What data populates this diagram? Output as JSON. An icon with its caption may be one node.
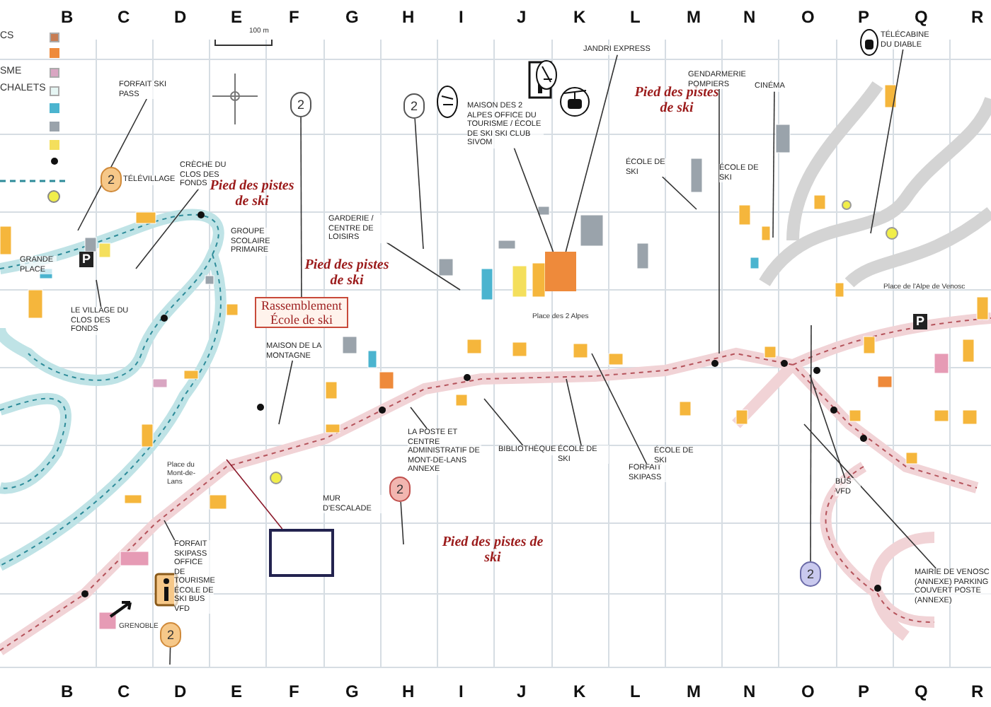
{
  "diagram": {
    "nodes": [
      {
        "text": [
          "FORFAIT SKI PASS"
        ]
      },
      {
        "text": [
          "TÉLÉVILLAGE"
        ]
      },
      {
        "text": [
          "CRÈCHE DU CLOS DES FONDS"
        ]
      },
      {
        "text": [
          "GROUPE SCOLAIRE PRIMAIRE"
        ]
      },
      {
        "text": [
          "LE VILLAGE DU CLOS DES FONDS"
        ]
      },
      {
        "text": [
          "GRANDE PLACE"
        ]
      },
      {
        "text": [
          "Pied des pistes de ski"
        ]
      },
      {
        "text": [
          "Pied des pistes de ski"
        ]
      },
      {
        "text": [
          "Rassemblement École de ski"
        ]
      },
      {
        "text": [
          "MAISON DE LA MONTAGNE"
        ]
      },
      {
        "text": [
          "GARDERIE / CENTRE DE LOISIRS"
        ]
      },
      {
        "text": [
          "MAISON DES 2 ALPES OFFICE DU TOURISME / ÉCOLE DE SKI SKI CLUB SIVOM"
        ]
      },
      {
        "text": [
          "JANDRI EXPRESS"
        ]
      },
      {
        "text": [
          "Pied des pistes de ski"
        ]
      },
      {
        "text": [
          "ÉCOLE DE SKI"
        ]
      },
      {
        "text": [
          "GENDARMERIE POMPIERS"
        ]
      },
      {
        "text": [
          "CINÉMA"
        ]
      },
      {
        "text": [
          "ÉCOLE DE SKI"
        ]
      },
      {
        "text": [
          "TÉLÉCABINE DU DIABLE"
        ]
      },
      {
        "text": [
          "LA POSTE ET CENTRE ADMINISTRATIF DE MONT-DE-LANS ANNEXE"
        ]
      },
      {
        "text": [
          "MUR D'ESCALADE"
        ]
      },
      {
        "text": [
          "BIBLIOTHÈQUE"
        ]
      },
      {
        "text": [
          "ÉCOLE DE SKI"
        ]
      },
      {
        "text": [
          "FORFAIT SKIPASS"
        ]
      },
      {
        "text": [
          "ÉCOLE DE SKI"
        ]
      },
      {
        "text": [
          "Pied des pistes de ski"
        ]
      },
      {
        "text": [
          "FORFAIT SKIPASS OFFICE DE TOURISME ÉCOLE DE SKI BUS VFD"
        ]
      },
      {
        "text": [],
        "shape": "box"
      },
      {
        "text": [
          "BUS VFD"
        ]
      },
      {
        "text": [
          "MAIRIE DE VENOSC (ANNEXE) PARKING COUVERT POSTE (ANNEXE)"
        ]
      },
      {
        "text": [
          "2"
        ]
      },
      {
        "text": [
          "2"
        ]
      },
      {
        "text": [
          "2"
        ]
      },
      {
        "text": [
          "2"
        ]
      },
      {
        "text": [
          "2"
        ]
      },
      {
        "text": [
          "2"
        ]
      },
      {
        "text": [],
        "shape": "box"
      }
    ],
    "edges": [
      {
        "from": 0,
        "to": null,
        "arrow": "none"
      },
      {
        "from": 2,
        "to": null,
        "arrow": "none"
      },
      {
        "from": 4,
        "to": null,
        "arrow": "none"
      },
      {
        "from": 10,
        "to": null,
        "arrow": "none"
      },
      {
        "from": 11,
        "to": 36,
        "arrow": "none"
      },
      {
        "from": 12,
        "to": 36,
        "arrow": "none"
      },
      {
        "from": 14,
        "to": null,
        "arrow": "none"
      },
      {
        "from": 15,
        "to": null,
        "arrow": "none"
      },
      {
        "from": 16,
        "to": null,
        "arrow": "none"
      },
      {
        "from": 18,
        "to": null,
        "arrow": "none"
      },
      {
        "from": 9,
        "to": null,
        "arrow": "none"
      },
      {
        "from": 19,
        "to": null,
        "arrow": "none"
      },
      {
        "from": 21,
        "to": null,
        "arrow": "none"
      },
      {
        "from": 22,
        "to": null,
        "arrow": "none"
      },
      {
        "from": 23,
        "to": null,
        "arrow": "none"
      },
      {
        "from": 26,
        "to": null,
        "arrow": "none"
      },
      {
        "from": 27,
        "to": null,
        "arrow": "none",
        "color": "#8b1a2b"
      },
      {
        "from": 28,
        "to": null,
        "arrow": "none"
      },
      {
        "from": 29,
        "to": null,
        "arrow": "none"
      },
      {
        "from": 31,
        "to": 8,
        "arrow": "none"
      },
      {
        "from": 32,
        "to": null,
        "arrow": "none"
      },
      {
        "from": 33,
        "to": null,
        "arrow": "none"
      },
      {
        "from": 34,
        "to": null,
        "arrow": "none"
      },
      {
        "from": 35,
        "to": null,
        "arrow": "none"
      }
    ],
    "labels": [
      "B",
      "C",
      "D",
      "E",
      "F",
      "G",
      "H",
      "I",
      "J",
      "K",
      "L",
      "M",
      "N",
      "O",
      "P",
      "Q",
      "R",
      "100 m",
      "P",
      "Place des 2 Alpes",
      "Place du Mont-de-Lans",
      "GRENOBLE",
      "P",
      "Place de l'Alpe de Venosc",
      "B",
      "C",
      "D",
      "E",
      "F",
      "G",
      "H",
      "I",
      "J",
      "K",
      "L",
      "M",
      "N",
      "O",
      "P",
      "Q",
      "R"
    ],
    "legend": [
      {
        "text": "CS",
        "color": "#c77c52"
      },
      {
        "text": "SME",
        "color": "#d9a6c2"
      },
      {
        "text": "CHALETS",
        "color": "#e6f6f4"
      }
    ]
  }
}
